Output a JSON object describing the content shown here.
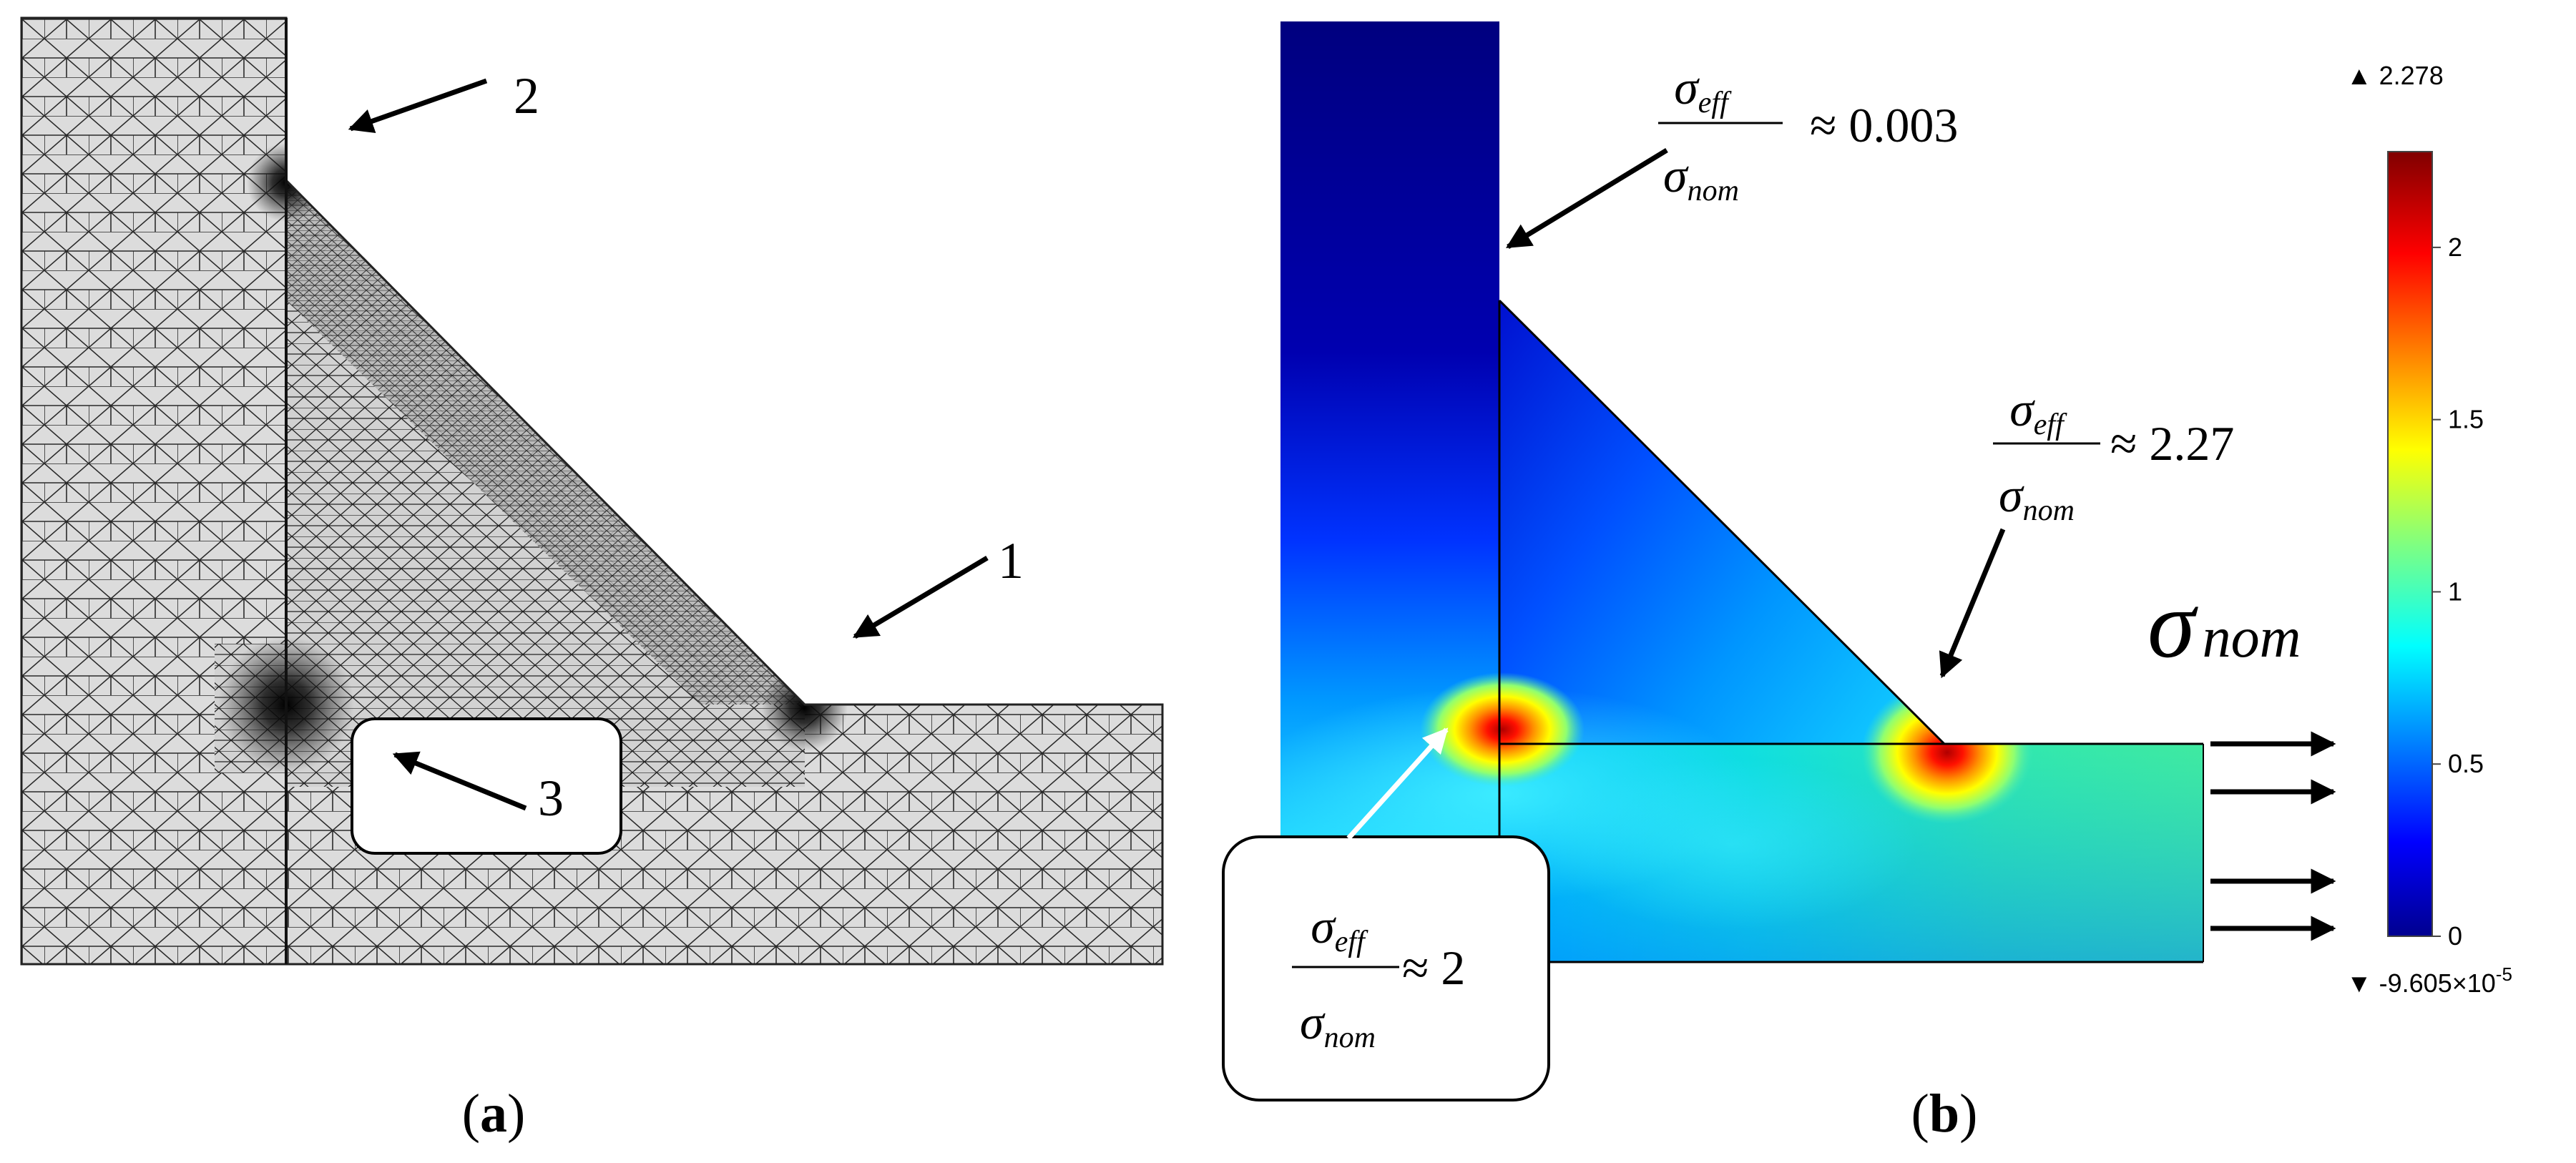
{
  "panel_a": {
    "caption_letter": "a",
    "callouts": [
      {
        "number": "1"
      },
      {
        "number": "2"
      },
      {
        "number": "3"
      }
    ]
  },
  "panel_b": {
    "caption_letter": "b",
    "annotations": {
      "top": {
        "numerator": "σ",
        "numerator_sub": "eff",
        "denominator": "σ",
        "denominator_sub": "nom",
        "approx": "≈ 0.003"
      },
      "notch": {
        "numerator": "σ",
        "numerator_sub": "eff",
        "denominator": "σ",
        "denominator_sub": "nom",
        "approx": "≈ 2.27"
      },
      "root": {
        "numerator": "σ",
        "numerator_sub": "eff",
        "denominator": "σ",
        "denominator_sub": "nom",
        "approx": "≈ 2"
      }
    },
    "load_label": {
      "symbol": "σ",
      "subscript": "nom"
    },
    "colorbar": {
      "max_label": "▲ 2.278",
      "min_label_prefix": "▼ -9.605×10",
      "min_label_exp": "-5",
      "ticks": [
        "2",
        "1.5",
        "1",
        "0.5",
        "0"
      ],
      "tick_values": [
        2,
        1.5,
        1,
        0.5,
        0
      ],
      "range": [
        0,
        2.278
      ],
      "colormap": [
        "#00008f",
        "#0000ff",
        "#00ffff",
        "#80ff80",
        "#ffff00",
        "#ff0000",
        "#800000"
      ]
    }
  }
}
